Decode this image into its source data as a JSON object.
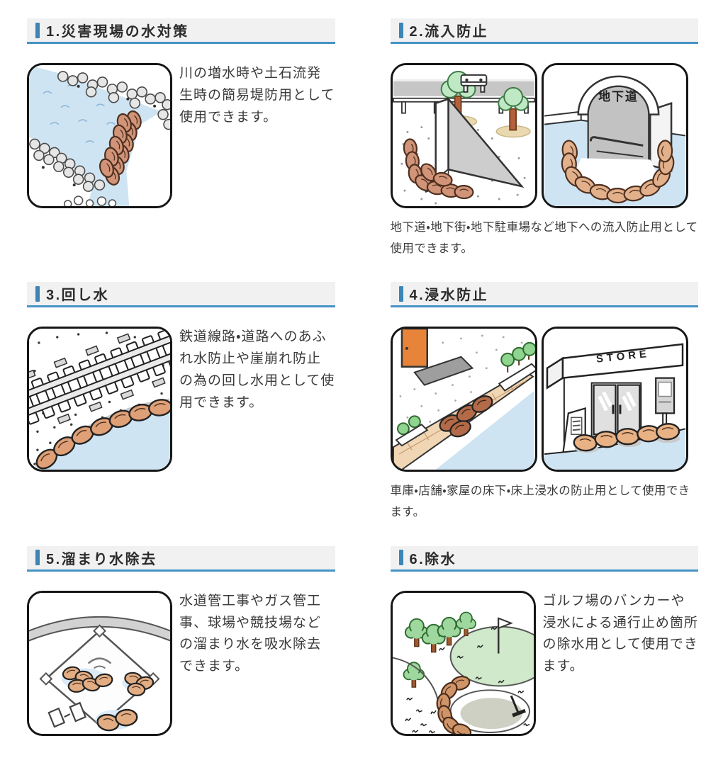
{
  "palette": {
    "accent_blue": "#4593c6",
    "bar_blue": "#3d85b5",
    "header_bg": "#f1f1f1",
    "header_text": "#2b2b2b",
    "body_text": "#3a3a3a",
    "water": "#cfe4f2",
    "sandbag": "#d29478",
    "sandbag_dark": "#b26a48",
    "tree_green": "#bfe9c4",
    "bush_green": "#8fd48f",
    "golf_green": "#cfe9ca"
  },
  "sections": [
    {
      "title": "1.災害現場の水対策",
      "description": "川の増水時や土石流発生時の簡易堤防用として使用できます。",
      "illustration_names": [
        "river-sandbag-dam-illustration"
      ]
    },
    {
      "title": "2.流入防止",
      "description": "地下道・地下街・地下駐車場など地下への流入防止用として使用できます。",
      "sign_label": "地下道",
      "illustration_names": [
        "underpass-ramp-illustration",
        "underground-passage-entrance-illustration"
      ]
    },
    {
      "title": "3.回し水",
      "description": "鉄道線路・道路へのあふれ水防止や崖崩れ防止の為の回し水用として使用できます。",
      "illustration_names": [
        "railway-track-sandbag-illustration"
      ]
    },
    {
      "title": "4.浸水防止",
      "description": "車庫・店舗・家屋の床下・床上浸水の防止用として使用できます。",
      "sign_label": "STORE",
      "illustration_names": [
        "canal-wall-sandbag-illustration",
        "storefront-sandbag-illustration"
      ]
    },
    {
      "title": "5.溜まり水除去",
      "description": "水道管工事やガス管工事、球場や競技場などの溜まり水を吸水除去できます。",
      "illustration_names": [
        "baseball-field-puddle-illustration"
      ]
    },
    {
      "title": "6.除水",
      "description": "ゴルフ場のバンカーや浸水による通行止め箇所の除水用として使用できます。",
      "illustration_names": [
        "golf-course-bunker-illustration"
      ]
    }
  ]
}
